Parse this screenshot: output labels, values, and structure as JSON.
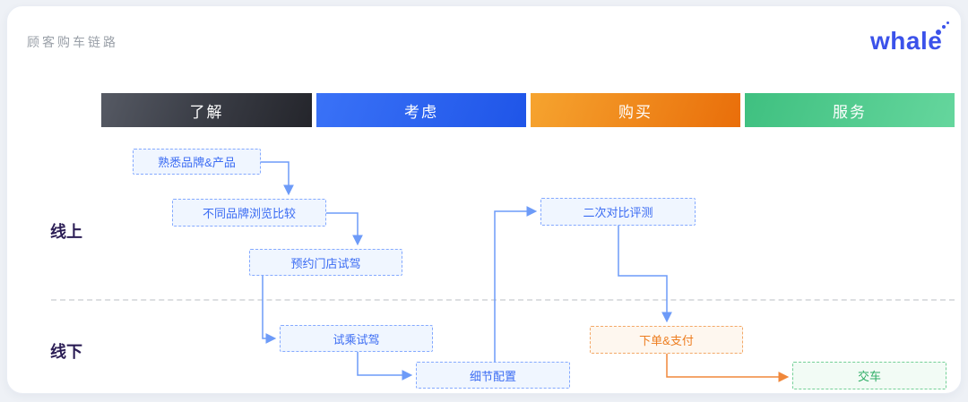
{
  "page": {
    "title": "顾客购车链路",
    "logo_text": "whale"
  },
  "phases": [
    {
      "label": "了解",
      "color": "#3c3f48"
    },
    {
      "label": "考虑",
      "color": "#2b63f1"
    },
    {
      "label": "购买",
      "color": "#ef8a1c"
    },
    {
      "label": "服务",
      "color": "#52cb8f"
    }
  ],
  "lanes": [
    {
      "label": "线上"
    },
    {
      "label": "线下"
    }
  ],
  "nodes": [
    {
      "id": "familiar",
      "label": "熟悉品牌&产品",
      "lane": "线上",
      "phase": "了解",
      "theme": "blue"
    },
    {
      "id": "compare",
      "label": "不同品牌浏览比较",
      "lane": "线上",
      "phase": "了解",
      "theme": "blue"
    },
    {
      "id": "book",
      "label": "预约门店试驾",
      "lane": "线上",
      "phase": "考虑",
      "theme": "blue"
    },
    {
      "id": "review",
      "label": "二次对比评测",
      "lane": "线上",
      "phase": "购买",
      "theme": "blue"
    },
    {
      "id": "testdrive",
      "label": "试乘试驾",
      "lane": "线下",
      "phase": "考虑",
      "theme": "blue"
    },
    {
      "id": "config",
      "label": "细节配置",
      "lane": "线下",
      "phase": "考虑",
      "theme": "blue"
    },
    {
      "id": "order",
      "label": "下单&支付",
      "lane": "线下",
      "phase": "购买",
      "theme": "orange"
    },
    {
      "id": "delivery",
      "label": "交车",
      "lane": "线下",
      "phase": "服务",
      "theme": "green"
    }
  ],
  "flow": [
    {
      "from": "熟悉品牌&产品",
      "to": "不同品牌浏览比较"
    },
    {
      "from": "不同品牌浏览比较",
      "to": "预约门店试驾"
    },
    {
      "from": "预约门店试驾",
      "to": "试乘试驾"
    },
    {
      "from": "试乘试驾",
      "to": "细节配置"
    },
    {
      "from": "细节配置",
      "to": "二次对比评测"
    },
    {
      "from": "二次对比评测",
      "to": "下单&支付"
    },
    {
      "from": "下单&支付",
      "to": "交车"
    }
  ],
  "colors": {
    "edge_blue": "#6d9bf8",
    "edge_orange": "#f0873a",
    "lane_label": "#2b1d55",
    "logo_blue": "#3b52ea",
    "title_gray": "#9aa0a8",
    "divider": "#dcdee1"
  }
}
